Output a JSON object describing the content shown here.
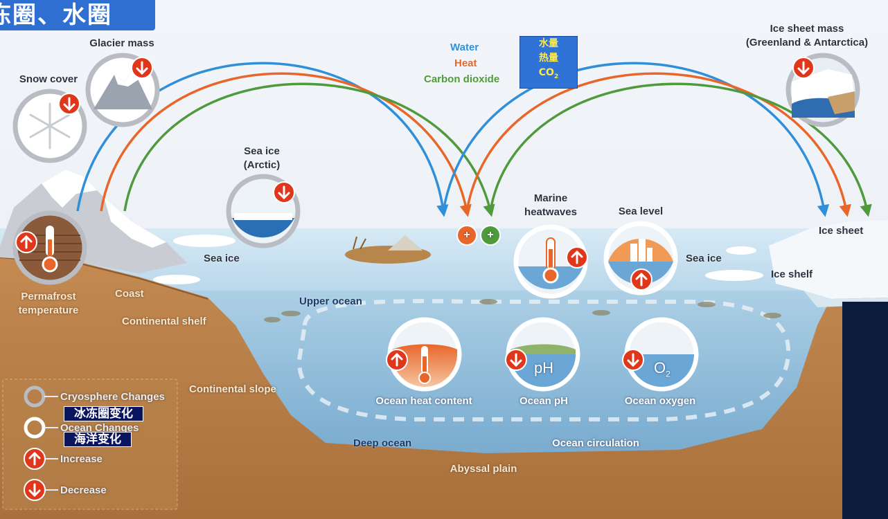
{
  "header": {
    "title": "冻圈、水圈"
  },
  "flux_legend": {
    "water": "Water",
    "heat": "Heat",
    "carbon": "Carbon dioxide"
  },
  "flux_cn": {
    "water": "水量",
    "heat": "热量",
    "co2": "CO",
    "co2_sub": "2"
  },
  "labels": {
    "glacier_mass": "Glacier mass",
    "snow_cover": "Snow cover",
    "ice_sheet_mass_1": "Ice sheet mass",
    "ice_sheet_mass_2": "(Greenland & Antarctica)",
    "sea_ice_arctic_1": "Sea ice",
    "sea_ice_arctic_2": "(Arctic)",
    "sea_ice_left": "Sea ice",
    "sea_ice_right": "Sea ice",
    "marine_heatwaves_1": "Marine",
    "marine_heatwaves_2": "heatwaves",
    "sea_level": "Sea level",
    "ice_sheet": "Ice sheet",
    "ice_shelf": "Ice shelf",
    "permafrost_1": "Permafrost",
    "permafrost_2": "temperature",
    "coast": "Coast",
    "continental_shelf": "Continental shelf",
    "upper_ocean": "Upper ocean",
    "continental_slope": "Continental slope",
    "ocean_heat_content": "Ocean heat content",
    "ocean_ph": "Ocean pH",
    "ocean_oxygen": "Ocean oxygen",
    "deep_ocean": "Deep ocean",
    "ocean_circulation": "Ocean circulation",
    "abyssal_plain": "Abyssal plain",
    "ph_symbol": "pH",
    "o2_symbol": "O",
    "o2_sub": "2",
    "plus": "+"
  },
  "legend": {
    "cryosphere": "Cryosphere Changes",
    "cryosphere_cn": "冰冻圈变化",
    "ocean": "Ocean Changes",
    "ocean_cn": "海洋变化",
    "increase": "Increase",
    "decrease": "Decrease"
  },
  "colors": {
    "water": "#2f8fd8",
    "heat": "#e8662a",
    "carbon": "#4e9a3c",
    "increase": "#e0361c",
    "decrease": "#e0361c"
  }
}
